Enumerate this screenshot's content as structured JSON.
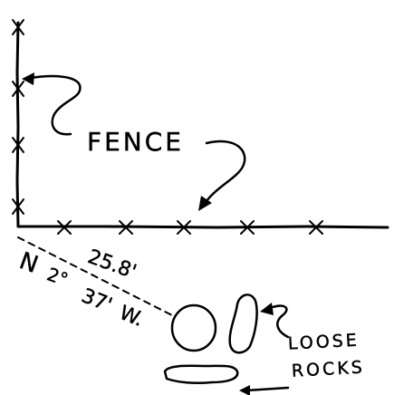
{
  "labels": {
    "fence": "FENCE",
    "bearing_direction": "N",
    "bearing_degrees": "2°",
    "bearing_minutes": "37'",
    "bearing_west": "W.",
    "distance": "25.8'",
    "loose": "LOOSE",
    "rocks": "ROCKS"
  },
  "colors": {
    "ink": "#000000",
    "paper": "#ffffff"
  }
}
